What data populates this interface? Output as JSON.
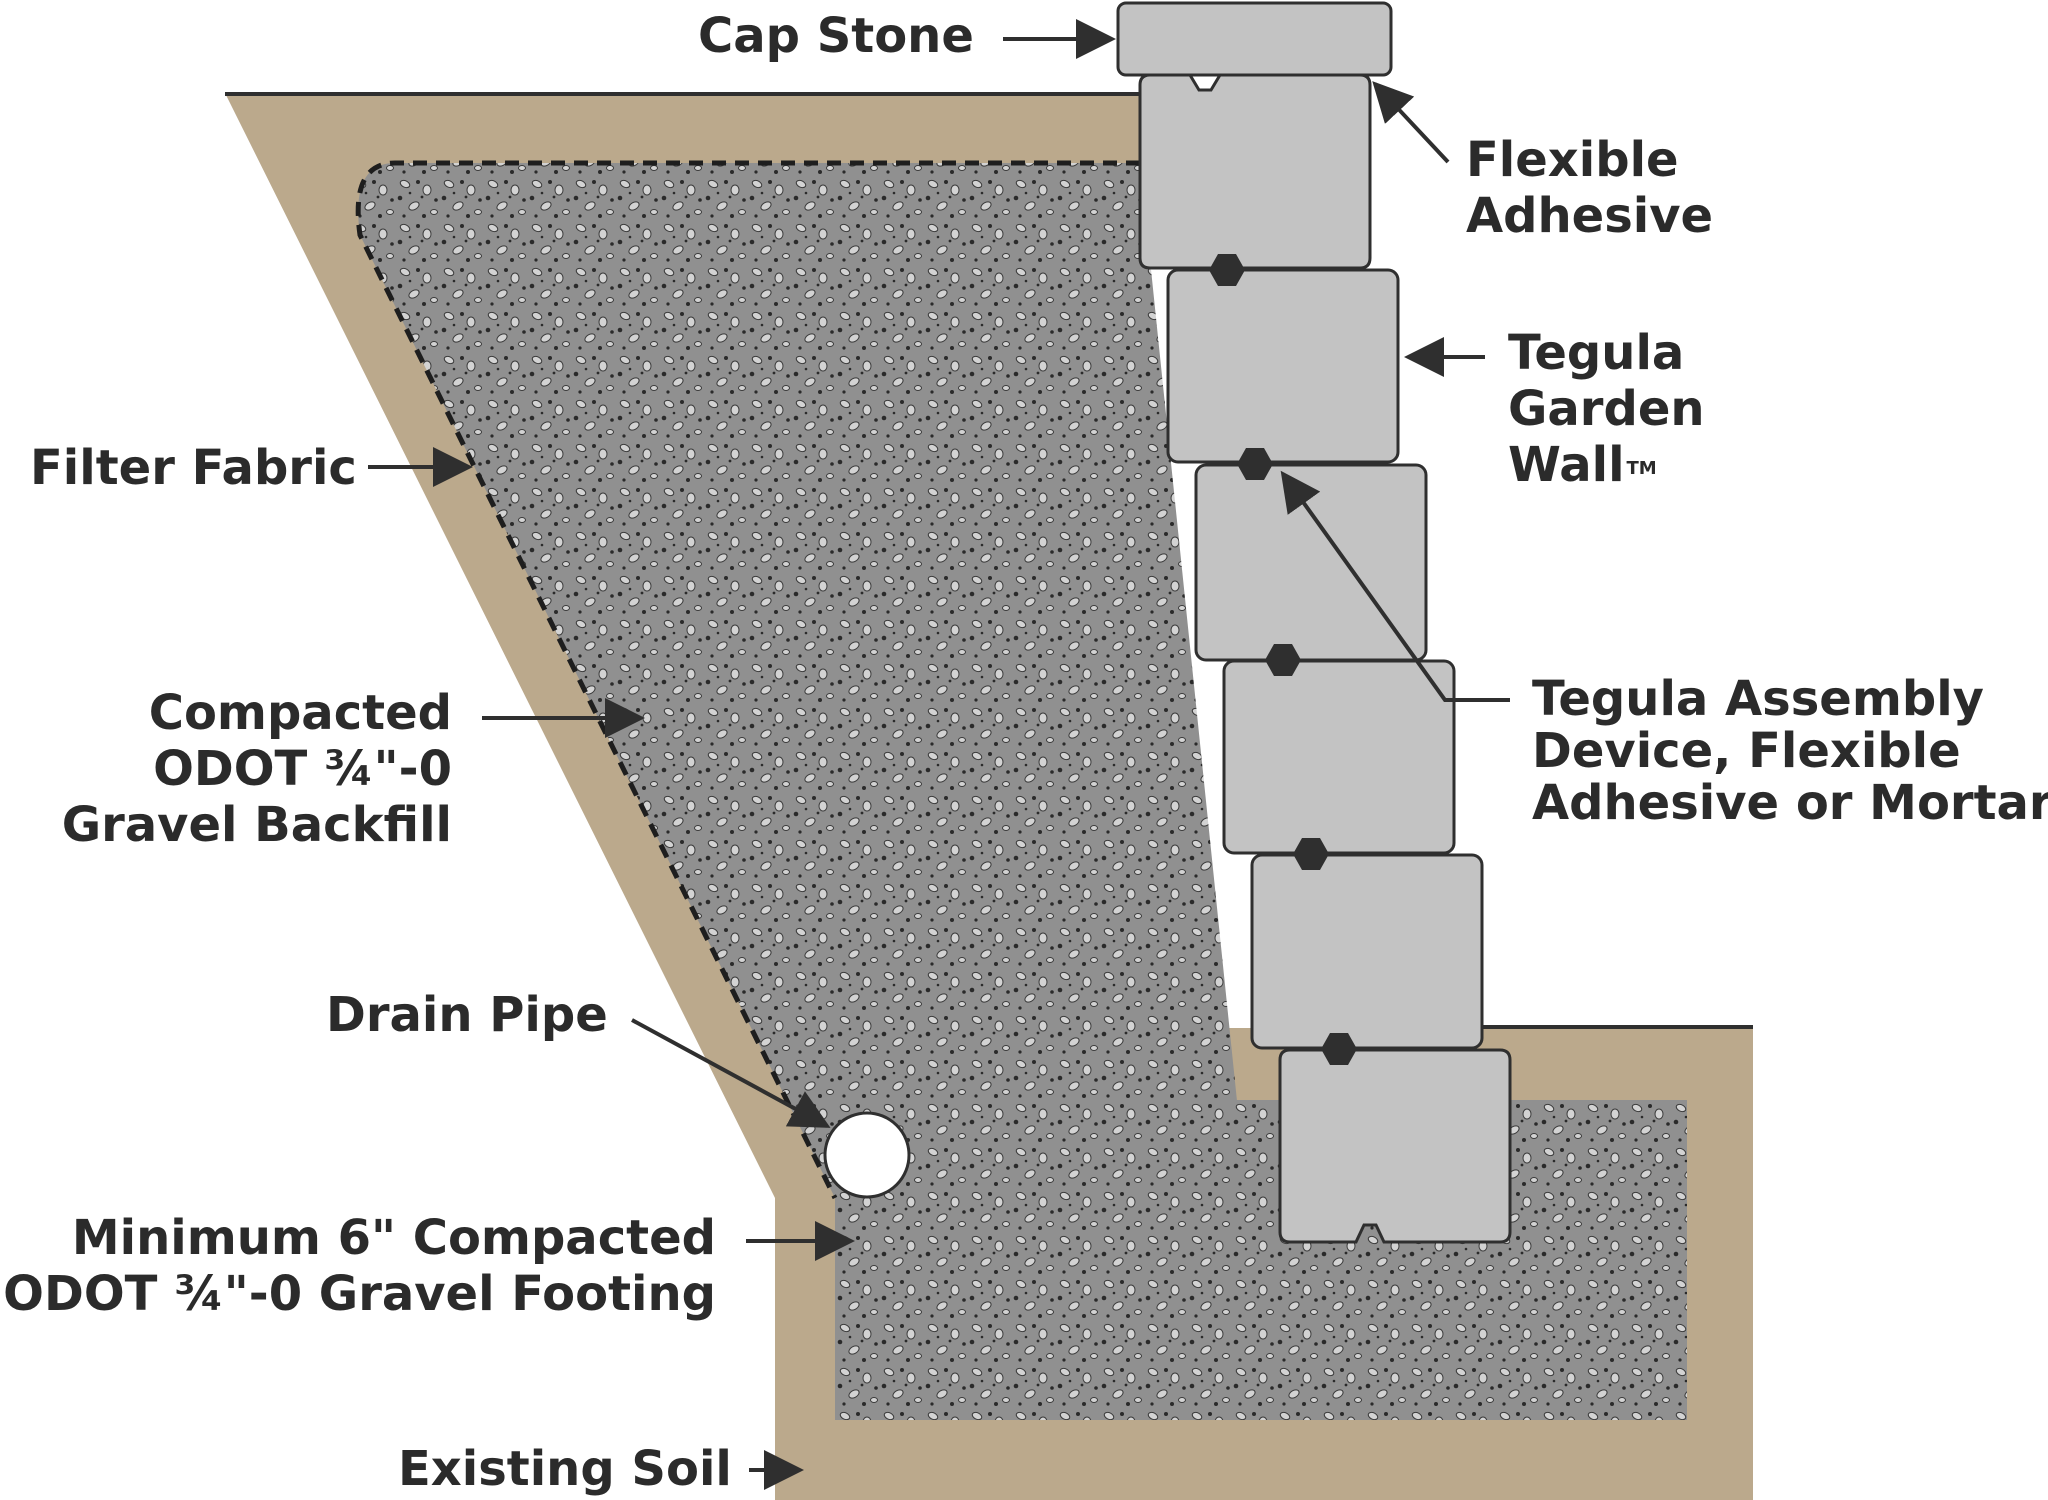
{
  "colors": {
    "soil": "#bba98c",
    "gravel": "#909090",
    "block_fill": "#c3c3c3",
    "block_stroke": "#2f2f2f",
    "line": "#2f2f2f",
    "pebble_light": "#d3d3d3",
    "text": "#2b2b2b"
  },
  "icons": {
    "arrow": "arrow-icon",
    "assembly_device": "hexagon-icon",
    "drain_pipe": "circle-icon"
  },
  "labels": {
    "cap_stone": "Cap Stone",
    "flexible_adhesive": [
      "Flexible",
      "Adhesive"
    ],
    "tegula_garden_wall": [
      "Tegula",
      "Garden",
      "Wall"
    ],
    "trademark": "TM",
    "filter_fabric": "Filter Fabric",
    "gravel_backfill": [
      "Compacted",
      "ODOT ¾\"-0",
      "Gravel Backfill"
    ],
    "assembly_device": [
      "Tegula Assembly",
      "Device, Flexible",
      "Adhesive or Mortar"
    ],
    "drain_pipe": "Drain Pipe",
    "gravel_footing": [
      "Minimum 6\" Compacted",
      "ODOT ¾\"-0 Gravel Footing"
    ],
    "existing_soil": "Existing Soil"
  }
}
